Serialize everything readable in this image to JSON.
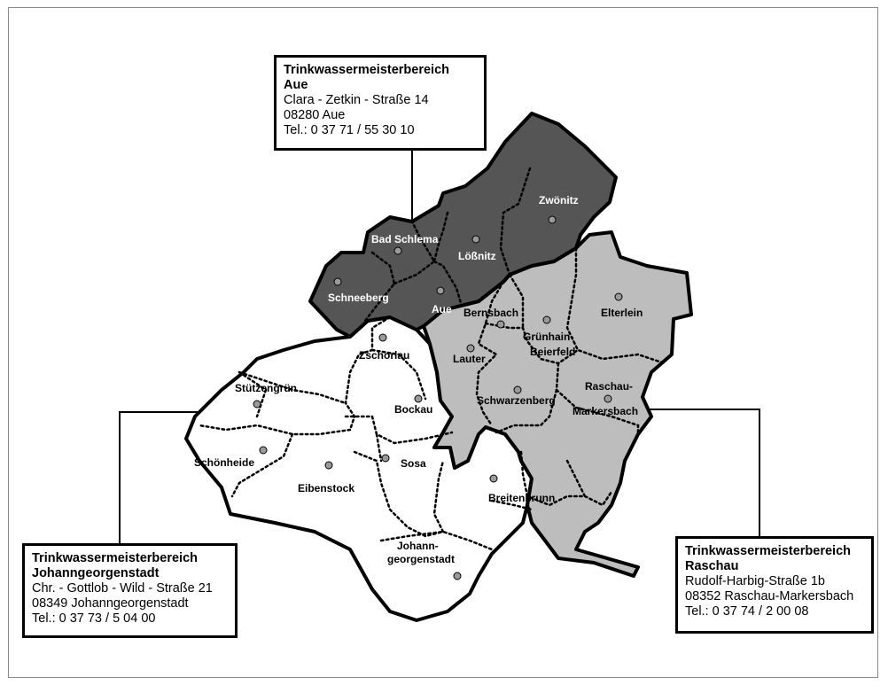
{
  "colors": {
    "dark_region": "#555555",
    "medium_region": "#bdbdbd",
    "light_region": "#ffffff",
    "outline": "#000000",
    "marker": "#9a9a9a"
  },
  "boxes": {
    "aue": {
      "title1": "Trinkwassermeisterbereich",
      "title2": "Aue",
      "line1": "Clara - Zetkin - Straße 14",
      "line2": "08280 Aue",
      "line3": "Tel.: 0 37 71 / 55 30 10"
    },
    "johanngeorgenstadt": {
      "title1": "Trinkwassermeisterbereich",
      "title2": "Johanngeorgenstadt",
      "line1": "Chr. - Gottlob - Wild - Straße 21",
      "line2": "08349 Johanngeorgenstadt",
      "line3": "Tel.: 0 37 73 / 5 04 00"
    },
    "raschau": {
      "title1": "Trinkwassermeisterbereich",
      "title2": "Raschau",
      "line1": "Rudolf-Harbig-Straße 1b",
      "line2": "08352 Raschau-Markersbach",
      "line3": "Tel.: 0 37 74 / 2 00 08"
    }
  },
  "places": {
    "bad_schlema": "Bad Schlema",
    "schneeberg": "Schneeberg",
    "aue": "Aue",
    "loessnitz": "Lößnitz",
    "zwoenitz": "Zwönitz",
    "bernsbach": "Bernsbach",
    "gruenhain1": "Grünhain-",
    "gruenhain2": "Beierfeld",
    "elterlein": "Elterlein",
    "lauter": "Lauter",
    "schwarzenberg": "Schwarzenberg",
    "raschau1": "Raschau-",
    "raschau2": "Markersbach",
    "zschorlau": "Zschorlau",
    "stuetzengruen": "Stützengrün",
    "bockau": "Bockau",
    "schoenheide": "Schönheide",
    "eibenstock": "Eibenstock",
    "sosa": "Sosa",
    "breitenbrunn": "Breitenbrunn",
    "johann1": "Johann-",
    "johann2": "georgenstadt"
  }
}
